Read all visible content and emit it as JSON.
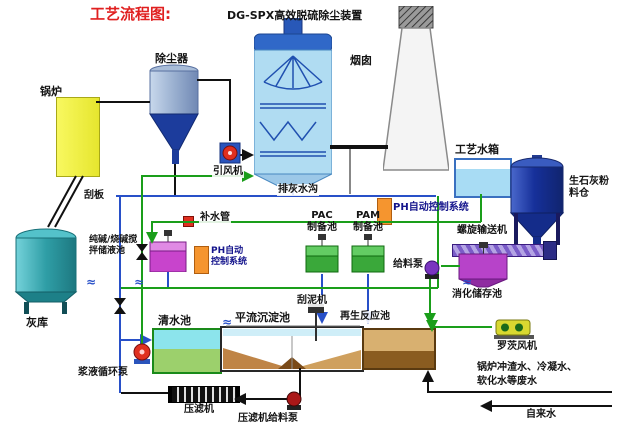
{
  "title": "工艺流程图:",
  "device_title": "DG-SPX高效脱硫除尘装置",
  "wave_symbol": "≈",
  "colors": {
    "title_red": "#e02020",
    "pipe_black": "#111111",
    "pipe_blue": "#2850c8",
    "pipe_green": "#1a9e1a",
    "ph_box_orange": "#f5952f",
    "boiler_yellow": "#f0f046",
    "tower_blue": "#b0dcf2",
    "lime_silo_navy": "#16309a",
    "ash_silo_teal": "#2f9ea6",
    "tank_purple": "#c844cc",
    "tank_green": "#3aa83a",
    "sludge_brown": "#8a5c20"
  },
  "labels": {
    "boiler": "锅炉",
    "dust_collector": "除尘器",
    "induced_fan": "引风机",
    "chimney": "烟囱",
    "ash_ditch": "排灰水沟",
    "process_water_tank": "工艺水箱",
    "lime_silo_1": "生石灰粉",
    "lime_silo_2": "料仓",
    "ph_system_right": "PH自动控制系统",
    "screw_conveyor": "螺旋输送机",
    "makeup_pipe": "补水管",
    "alkali_tank_1": "纯碱/烧碱搅",
    "alkali_tank_2": "拌储液池",
    "ph_left_1": "PH自动",
    "ph_left_2": "控制系统",
    "pac_1": "PAC",
    "pac_2": "制备池",
    "pam_1": "PAM",
    "pam_2": "制备池",
    "feed_pump": "给料泵",
    "digestion_tank": "消化储存池",
    "ash_silo": "灰库",
    "scraper": "刮板",
    "clear_water_tank": "清水池",
    "sedimentation_tank": "平流沉淀池",
    "mud_scraper": "刮泥机",
    "regeneration_tank": "再生反应池",
    "slurry_pump": "浆液循环泵",
    "filter_press": "压滤机",
    "filter_press_pump": "压滤机给料泵",
    "roots_blower": "罗茨风机",
    "wastewater_1": "锅炉冲渣水、冷凝水、",
    "wastewater_2": "软化水等废水",
    "tap_water": "自来水"
  }
}
